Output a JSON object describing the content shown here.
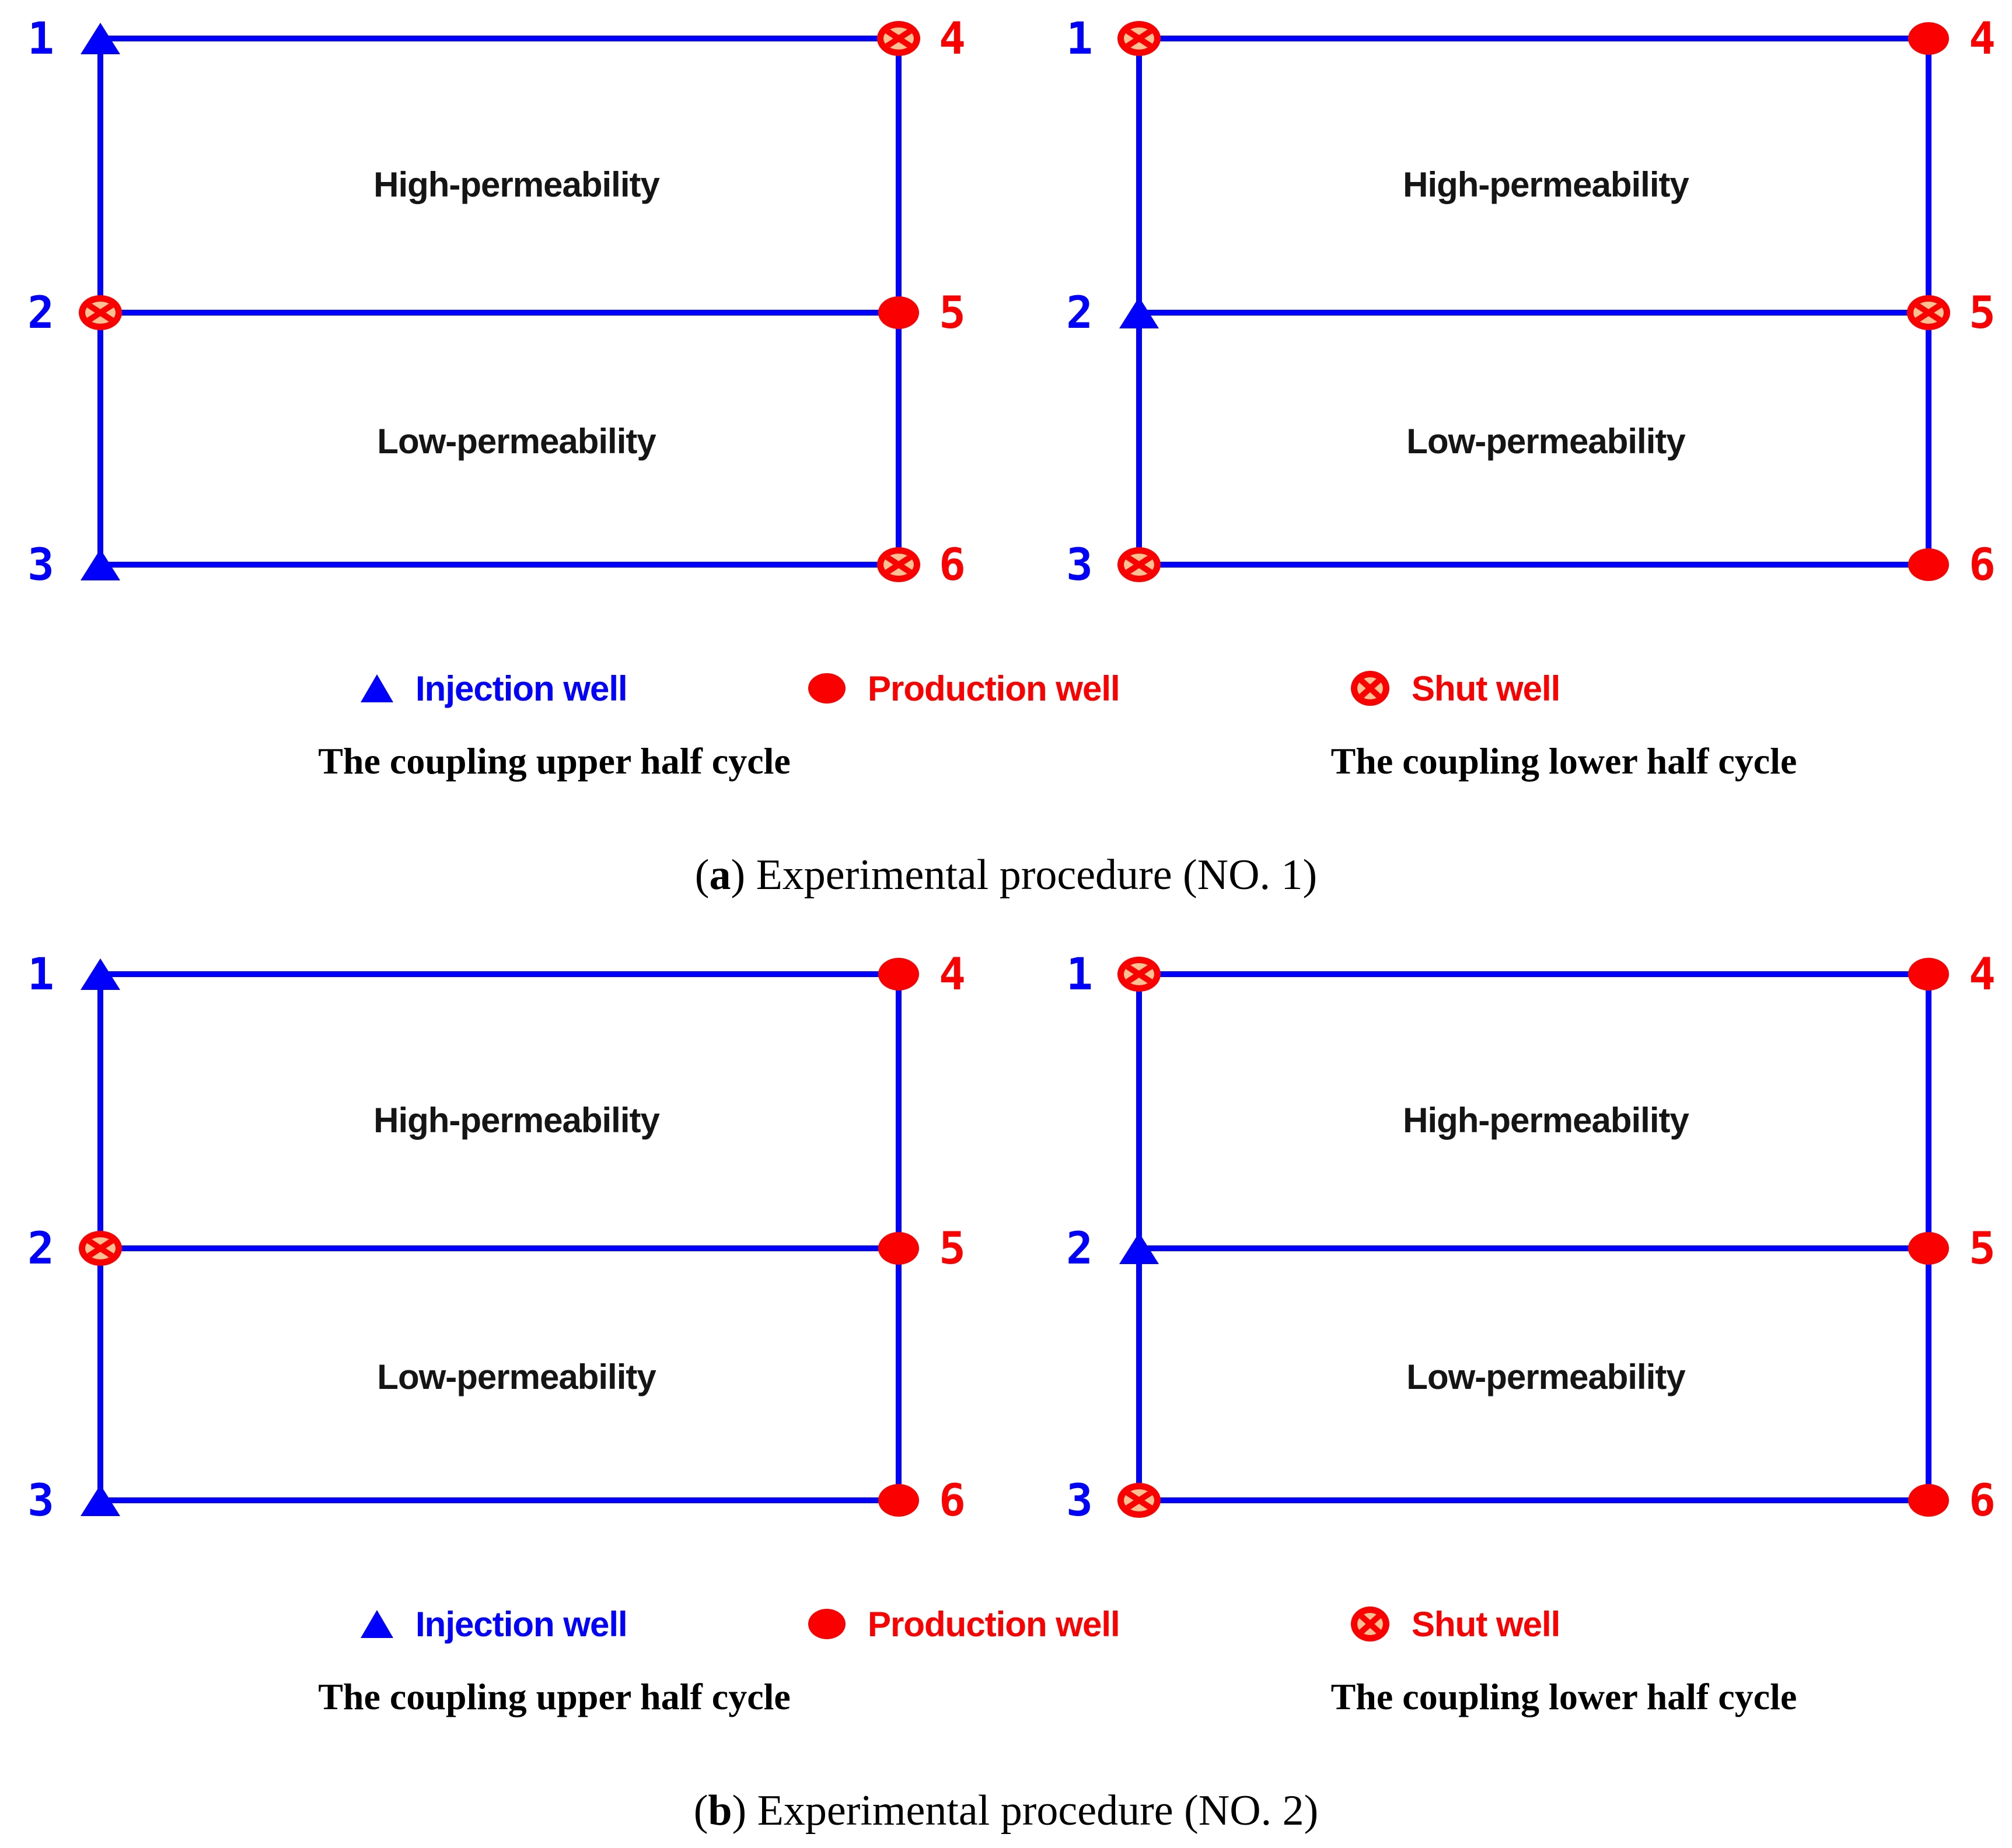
{
  "figure_type": "well-pattern experimental procedure schematic",
  "colors": {
    "line_blue": "#0000fb",
    "marker_red": "#fb0000",
    "shut_fill": "#fbc192",
    "text_black": "#151515"
  },
  "figures": [
    {
      "caption": {
        "open": "(",
        "letter": "a",
        "rest": ") Experimental procedure (NO. 1)"
      },
      "legend": [
        {
          "type": "injection",
          "label": "Injection well"
        },
        {
          "type": "production",
          "label": "Production well"
        },
        {
          "type": "shut",
          "label": "Shut well"
        }
      ],
      "diagrams": [
        {
          "title": "The coupling upper half cycle",
          "high_label": "High-permeability",
          "low_label": "Low-permeability",
          "wells": [
            {
              "n": "1",
              "type": "injection"
            },
            {
              "n": "2",
              "type": "shut"
            },
            {
              "n": "3",
              "type": "injection"
            },
            {
              "n": "4",
              "type": "shut"
            },
            {
              "n": "5",
              "type": "production"
            },
            {
              "n": "6",
              "type": "shut"
            }
          ]
        },
        {
          "title": "The coupling lower half cycle",
          "high_label": "High-permeability",
          "low_label": "Low-permeability",
          "wells": [
            {
              "n": "1",
              "type": "shut"
            },
            {
              "n": "2",
              "type": "injection"
            },
            {
              "n": "3",
              "type": "shut"
            },
            {
              "n": "4",
              "type": "production"
            },
            {
              "n": "5",
              "type": "shut"
            },
            {
              "n": "6",
              "type": "production"
            }
          ]
        }
      ]
    },
    {
      "caption": {
        "open": "(",
        "letter": "b",
        "rest": ") Experimental procedure (NO. 2)"
      },
      "legend": [
        {
          "type": "injection",
          "label": "Injection well"
        },
        {
          "type": "production",
          "label": "Production well"
        },
        {
          "type": "shut",
          "label": "Shut well"
        }
      ],
      "diagrams": [
        {
          "title": "The coupling upper half cycle",
          "high_label": "High-permeability",
          "low_label": "Low-permeability",
          "wells": [
            {
              "n": "1",
              "type": "injection"
            },
            {
              "n": "2",
              "type": "shut"
            },
            {
              "n": "3",
              "type": "injection"
            },
            {
              "n": "4",
              "type": "production"
            },
            {
              "n": "5",
              "type": "production"
            },
            {
              "n": "6",
              "type": "production"
            }
          ]
        },
        {
          "title": "The coupling lower half cycle",
          "high_label": "High-permeability",
          "low_label": "Low-permeability",
          "wells": [
            {
              "n": "1",
              "type": "shut"
            },
            {
              "n": "2",
              "type": "injection"
            },
            {
              "n": "3",
              "type": "shut"
            },
            {
              "n": "4",
              "type": "production"
            },
            {
              "n": "5",
              "type": "production"
            },
            {
              "n": "6",
              "type": "production"
            }
          ]
        }
      ]
    }
  ]
}
